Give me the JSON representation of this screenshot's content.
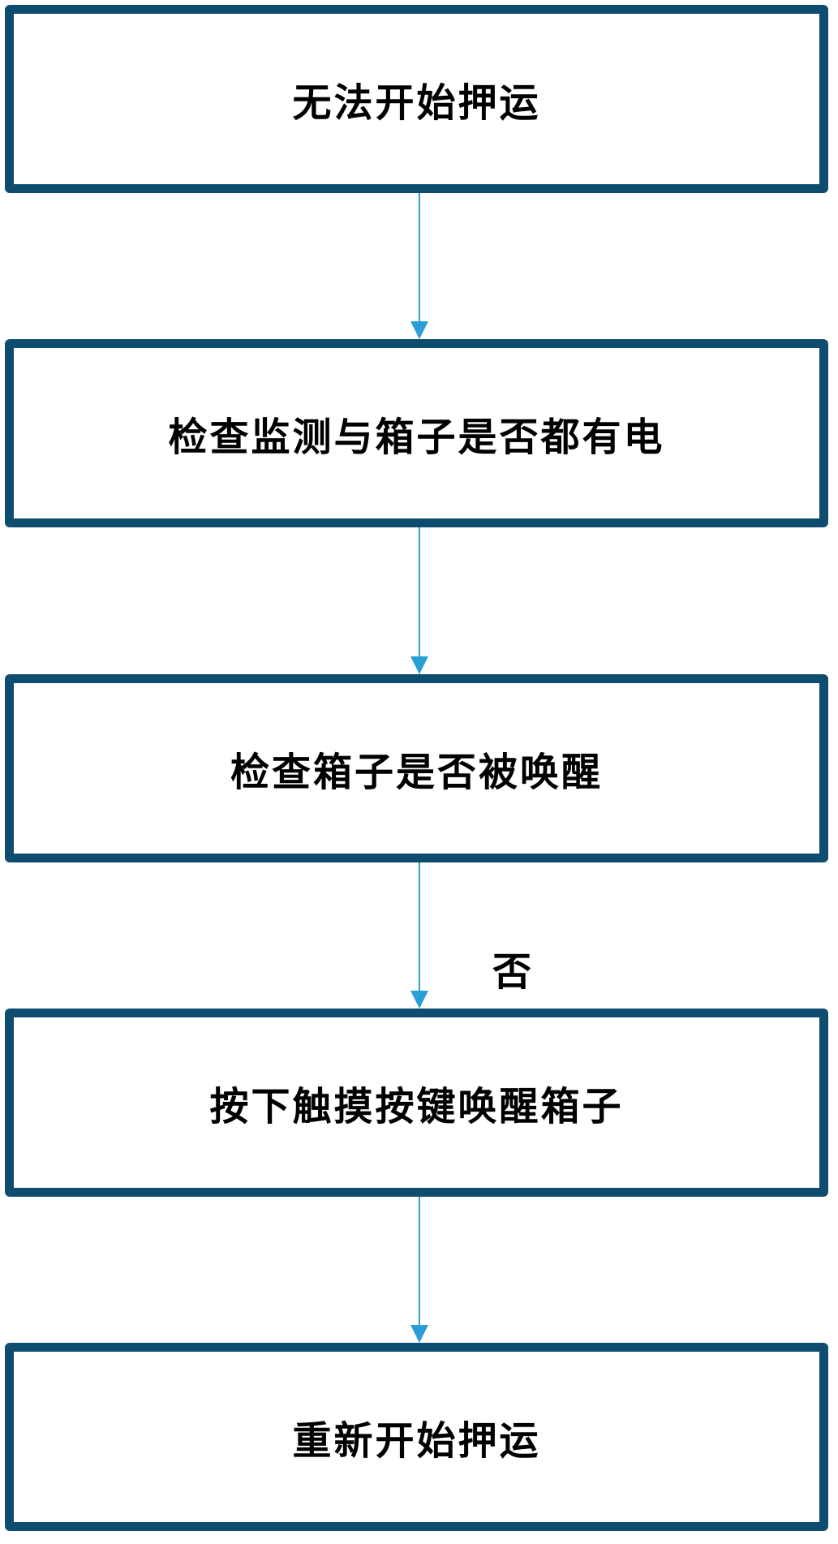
{
  "diagram": {
    "steps": [
      {
        "label": "无法开始押运"
      },
      {
        "label": "检查监测与箱子是否都有电"
      },
      {
        "label": "检查箱子是否被唤醒"
      },
      {
        "label": "按下触摸按键唤醒箱子"
      },
      {
        "label": "重新开始押运"
      }
    ],
    "edge_labels": {
      "step3_to_step4": "否"
    },
    "colors": {
      "box_border": "#0f4d70",
      "arrow": "#2a9fd6",
      "text": "#000000"
    }
  }
}
